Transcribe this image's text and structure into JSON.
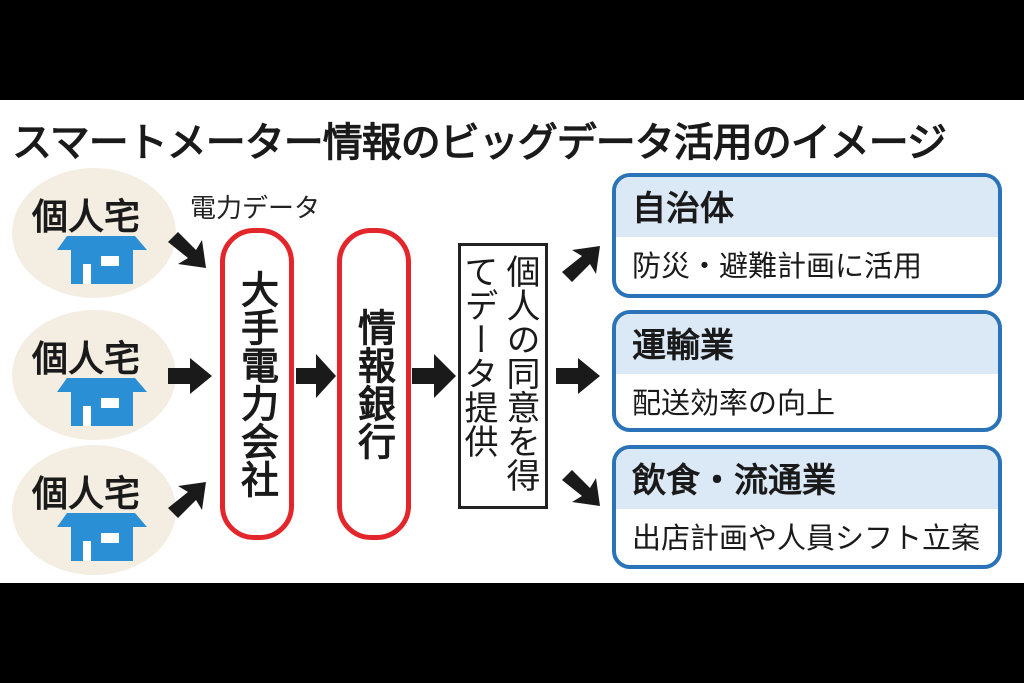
{
  "title": "スマートメーター情報のビッグデータ活用のイメージ",
  "households": [
    {
      "label": "個人宅"
    },
    {
      "label": "個人宅"
    },
    {
      "label": "個人宅"
    }
  ],
  "flow_label": "電力データ",
  "power_company": "大手電力会社",
  "info_bank": "情報銀行",
  "consent": "個人の同意を得てデータ提供",
  "users": [
    {
      "name": "自治体",
      "use": "防災・避難計画に活用"
    },
    {
      "name": "運輸業",
      "use": "配送効率の向上"
    },
    {
      "name": "飲食・流通業",
      "use": "出店計画や人員シフト立案"
    }
  ],
  "colors": {
    "house": "#2b8fd6",
    "pill": "#e3262b",
    "user_border": "#2a73b8",
    "user_header": "#dbe8f5"
  }
}
